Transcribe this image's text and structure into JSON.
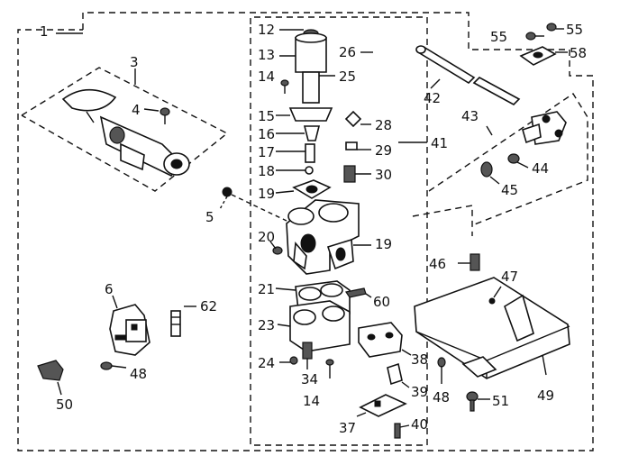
{
  "diagram": {
    "callouts": [
      "1",
      "3",
      "4",
      "5",
      "6",
      "62",
      "48",
      "50",
      "12",
      "13",
      "26",
      "14",
      "25",
      "15",
      "28",
      "16",
      "17",
      "29",
      "18",
      "30",
      "19",
      "41",
      "20",
      "19",
      "21",
      "60",
      "23",
      "24",
      "34",
      "14",
      "38",
      "39",
      "37",
      "40",
      "42",
      "43",
      "44",
      "45",
      "46",
      "47",
      "48",
      "51",
      "49",
      "55",
      "55",
      "58"
    ]
  }
}
